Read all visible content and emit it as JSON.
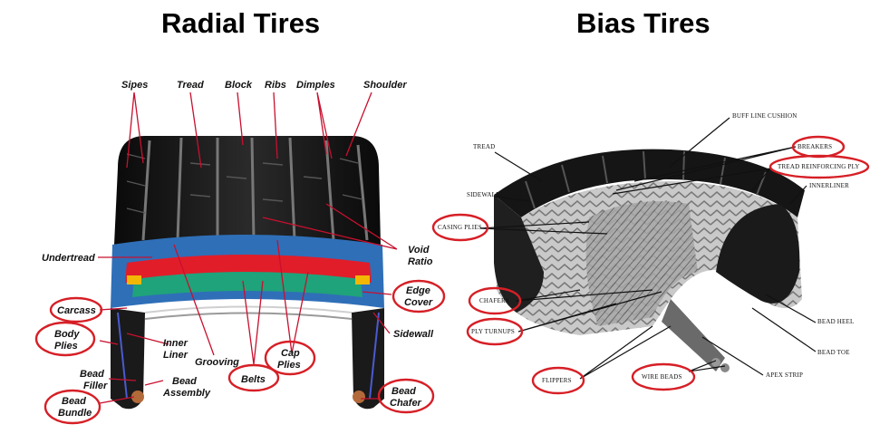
{
  "titles": {
    "left": "Radial Tires",
    "right": "Bias Tires"
  },
  "radial": {
    "sipes": "Sipes",
    "tread": "Tread",
    "block": "Block",
    "ribs": "Ribs",
    "dimples": "Dimples",
    "shoulder": "Shoulder",
    "void_ratio_1": "Void",
    "void_ratio_2": "Ratio",
    "undertread": "Undertread",
    "edge_cover_1": "Edge",
    "edge_cover_2": "Cover",
    "carcass": "Carcass",
    "body_plies_1": "Body",
    "body_plies_2": "Plies",
    "inner_liner_1": "Inner",
    "inner_liner_2": "Liner",
    "grooving": "Grooving",
    "cap_plies_1": "Cap",
    "cap_plies_2": "Plies",
    "sidewall": "Sidewall",
    "bead_filler_1": "Bead",
    "bead_filler_2": "Filler",
    "bead_assembly_1": "Bead",
    "bead_assembly_2": "Assembly",
    "belts": "Belts",
    "bead_bundle_1": "Bead",
    "bead_bundle_2": "Bundle",
    "bead_chafer_1": "Bead",
    "bead_chafer_2": "Chafer"
  },
  "bias": {
    "buff_line_cushion": "BUFF LINE CUSHION",
    "tread": "TREAD",
    "breakers": "BREAKERS",
    "tread_reinforcing_ply": "TREAD REINFORCING PLY",
    "sidewall": "SIDEWALL",
    "innerliner": "INNERLINER",
    "casing_plies": "CASING PLIES",
    "chafers": "CHAFERS",
    "ply_turnups": "PLY TURNUPS",
    "bead_heel": "BEAD HEEL",
    "bead_toe": "BEAD TOE",
    "flippers": "FLIPPERS",
    "wire_beads": "WIRE BEADS",
    "apex_strip": "APEX STRIP"
  },
  "colors": {
    "highlight_ring": "#d61f26",
    "leader_line": "#c8102e",
    "belt_red": "#e11d2a",
    "belt_green": "#1fa37a",
    "liner_blue": "#2f6fb8",
    "edge_yellow": "#f2b705",
    "rubber": "#1a1a1a"
  }
}
